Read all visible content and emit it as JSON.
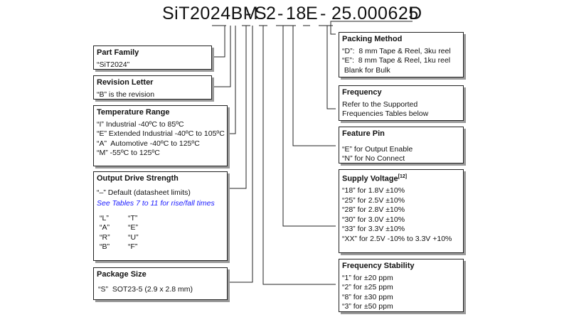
{
  "part_number": {
    "segments": [
      "SiT2024BM",
      "-",
      "S",
      "2",
      "-",
      "18",
      "E",
      "-",
      "25.000625",
      "D"
    ]
  },
  "boxes": {
    "part_family": {
      "title": "Part Family",
      "lines": [
        "“SiT2024”"
      ]
    },
    "revision_letter": {
      "title": "Revision Letter",
      "lines": [
        "“B” is the revision"
      ]
    },
    "temperature_range": {
      "title": "Temperature Range",
      "lines": [
        "“I” Industrial -40ºC to 85ºC",
        "“E” Extended Industrial -40ºC to 105ºC",
        "“A”  Automotive -40ºC to 125ºC",
        "“M” -55ºC to 125ºC"
      ]
    },
    "output_drive_strength": {
      "title": "Output Drive Strength",
      "default_line": "“–” Default (datasheet limits)",
      "note": "See Tables 7 to 11 for rise/fall times",
      "codes": [
        "“L”",
        "“T”",
        "“A”",
        "“E”",
        "“R”",
        "“U”",
        "“B”",
        "“F”"
      ]
    },
    "package_size": {
      "title": "Package Size",
      "lines": [
        "“S”  SOT23-5 (2.9 x 2.8 mm)"
      ]
    },
    "packing_method": {
      "title": "Packing Method",
      "lines": [
        "“D”:  8 mm Tape & Reel, 3ku reel",
        "“E”:  8 mm Tape & Reel, 1ku reel",
        " Blank for Bulk"
      ]
    },
    "frequency": {
      "title": "Frequency",
      "lines": [
        "Refer to the Supported",
        "Frequencies Tables below"
      ]
    },
    "feature_pin": {
      "title": "Feature Pin",
      "lines": [
        "“E” for Output Enable",
        "“N” for No Connect"
      ]
    },
    "supply_voltage": {
      "title": "Supply Voltage",
      "title_sup": "[12]",
      "lines": [
        "“18” for 1.8V ±10%",
        "“25” for 2.5V ±10%",
        "“28” for 2.8V ±10%",
        "“30” for 3.0V ±10%",
        "“33” for 3.3V ±10%",
        "“XX” for 2.5V -10% to 3.3V +10%"
      ]
    },
    "frequency_stability": {
      "title": "Frequency Stability",
      "lines": [
        "“1” for ±20 ppm",
        "“2” for ±25 ppm",
        "“8” for ±30 ppm",
        "“3” for ±50 ppm"
      ]
    }
  }
}
